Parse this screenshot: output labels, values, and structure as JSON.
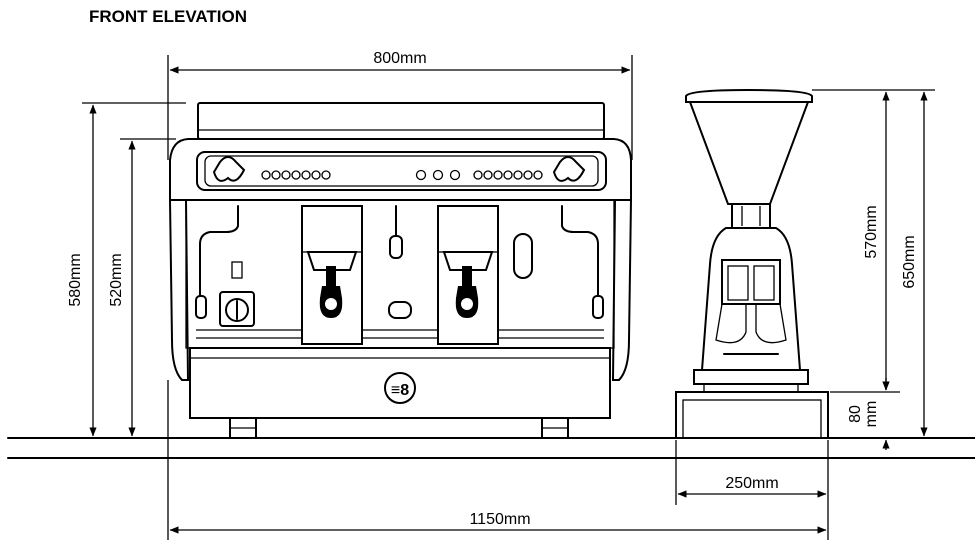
{
  "title": "FRONT ELEVATION",
  "dimensions": {
    "machine_width": "800mm",
    "machine_height_total": "580mm",
    "machine_height_body": "520mm",
    "grinder_height": "570mm",
    "grinder_total_height": "650mm",
    "grinder_base_height_value": "80",
    "grinder_base_height_unit": "mm",
    "grinder_width": "250mm",
    "overall_width": "1150mm"
  }
}
